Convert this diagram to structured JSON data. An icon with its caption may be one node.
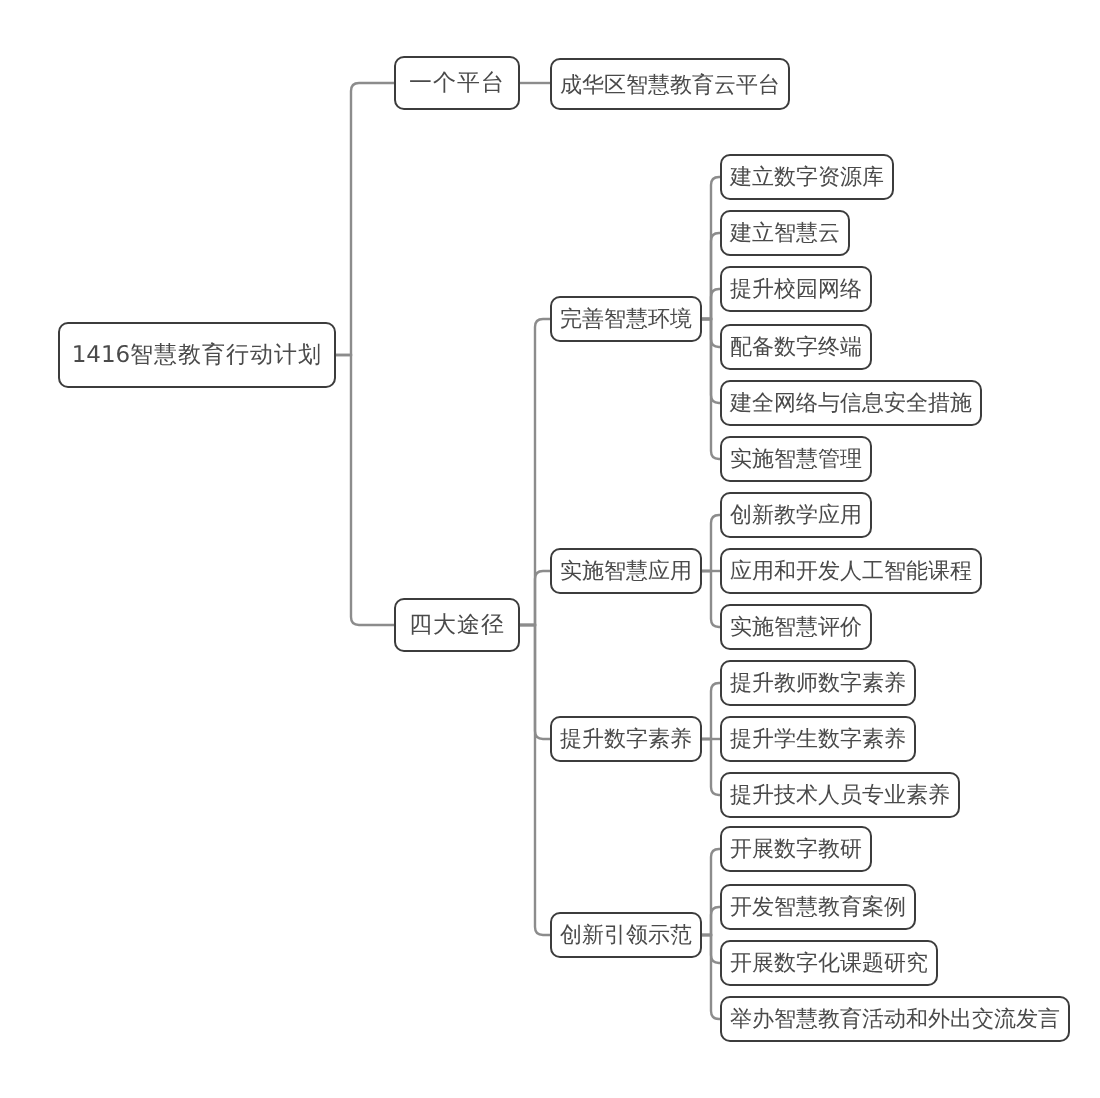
{
  "diagram": {
    "nodes": [
      {
        "text": [
          "1416智慧教育行动计划"
        ]
      },
      {
        "text": [
          "一个平台"
        ]
      },
      {
        "text": [
          "成华区智慧教育云平台"
        ]
      },
      {
        "text": [
          "四大途径"
        ]
      },
      {
        "text": [
          "完善智慧环境"
        ]
      },
      {
        "text": [
          "建立数字资源库"
        ]
      },
      {
        "text": [
          "建立智慧云"
        ]
      },
      {
        "text": [
          "提升校园网络"
        ]
      },
      {
        "text": [
          "配备数字终端"
        ]
      },
      {
        "text": [
          "建全网络与信息安全措施"
        ]
      },
      {
        "text": [
          "实施智慧管理"
        ]
      },
      {
        "text": [
          "实施智慧应用"
        ]
      },
      {
        "text": [
          "创新教学应用"
        ]
      },
      {
        "text": [
          "应用和开发人工智能课程"
        ]
      },
      {
        "text": [
          "实施智慧评价"
        ]
      },
      {
        "text": [
          "提升数字素养"
        ]
      },
      {
        "text": [
          "提升教师数字素养"
        ]
      },
      {
        "text": [
          "提升学生数字素养"
        ]
      },
      {
        "text": [
          "提升技术人员专业素养"
        ]
      },
      {
        "text": [
          "创新引领示范"
        ]
      },
      {
        "text": [
          "开展数字教研"
        ]
      },
      {
        "text": [
          "开发智慧教育案例"
        ]
      },
      {
        "text": [
          "开展数字化课题研究"
        ]
      },
      {
        "text": [
          "举办智慧教育活动和外出交流发言"
        ]
      }
    ],
    "edges": [
      {
        "from": 0,
        "to": 1,
        "arrow": "none"
      },
      {
        "from": 0,
        "to": 3,
        "arrow": "none"
      },
      {
        "from": 1,
        "to": 2,
        "arrow": "none"
      },
      {
        "from": 3,
        "to": 4,
        "arrow": "none"
      },
      {
        "from": 3,
        "to": 11,
        "arrow": "none"
      },
      {
        "from": 3,
        "to": 15,
        "arrow": "none"
      },
      {
        "from": 3,
        "to": 19,
        "arrow": "none"
      },
      {
        "from": 4,
        "to": 5,
        "arrow": "none"
      },
      {
        "from": 4,
        "to": 6,
        "arrow": "none"
      },
      {
        "from": 4,
        "to": 7,
        "arrow": "none"
      },
      {
        "from": 4,
        "to": 8,
        "arrow": "none"
      },
      {
        "from": 4,
        "to": 9,
        "arrow": "none"
      },
      {
        "from": 4,
        "to": 10,
        "arrow": "none"
      },
      {
        "from": 11,
        "to": 12,
        "arrow": "none"
      },
      {
        "from": 11,
        "to": 13,
        "arrow": "none"
      },
      {
        "from": 11,
        "to": 14,
        "arrow": "none"
      },
      {
        "from": 15,
        "to": 16,
        "arrow": "none"
      },
      {
        "from": 15,
        "to": 17,
        "arrow": "none"
      },
      {
        "from": 15,
        "to": 18,
        "arrow": "none"
      },
      {
        "from": 19,
        "to": 20,
        "arrow": "none"
      },
      {
        "from": 19,
        "to": 21,
        "arrow": "none"
      },
      {
        "from": 19,
        "to": 22,
        "arrow": "none"
      },
      {
        "from": 19,
        "to": 23,
        "arrow": "none"
      }
    ]
  }
}
